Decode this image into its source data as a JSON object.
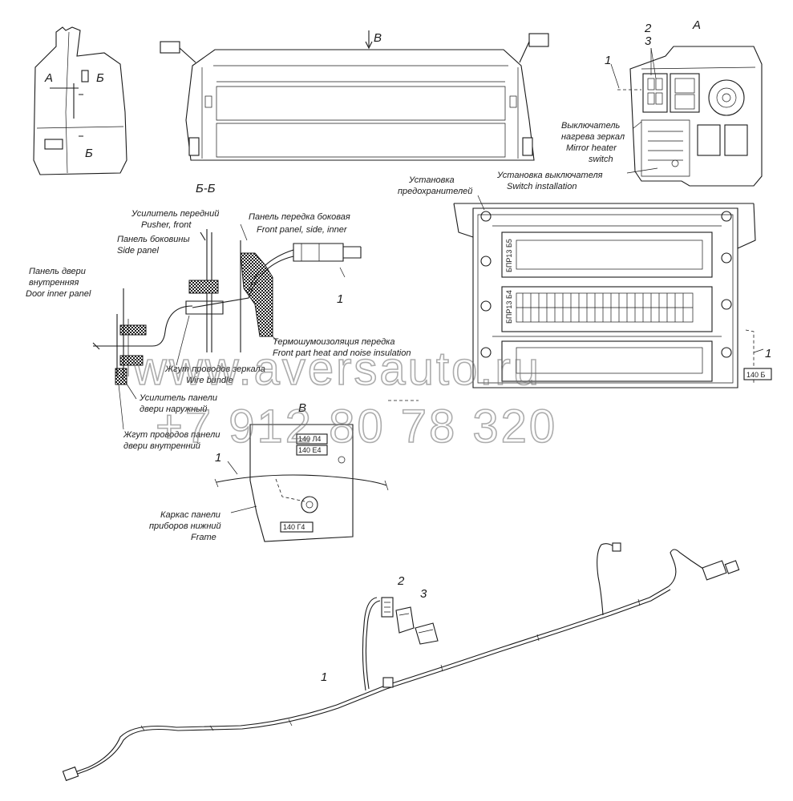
{
  "views": {
    "cab_side": {
      "view_a": "A",
      "section_b1": "Б",
      "section_b2": "Б"
    },
    "cab_front": {
      "view_v": "В"
    },
    "section_title": "Б-Б",
    "detail_a_title": "A",
    "detail_v_title": "В"
  },
  "detail_a": {
    "callout_1": "1",
    "callout_2": "2",
    "callout_3": "3",
    "mirror_switch_ru_1": "Выключатель",
    "mirror_switch_ru_2": "нагрева зеркал",
    "mirror_switch_en_1": "Mirror heater",
    "mirror_switch_en_2": "switch",
    "switch_install_ru": "Установка выключателя",
    "switch_install_en": "Switch installation"
  },
  "fuse_block": {
    "title_ru_1": "Установка",
    "title_ru_2": "предохранителей",
    "label_top": "БПР13 Б5",
    "label_mid": "БПР13 Б4",
    "callout_1": "1",
    "connector_tag": "140 Б"
  },
  "section_bb": {
    "pusher_ru": "Усилитель передний",
    "pusher_en": "Pusher, front",
    "side_panel_ru": "Панель боковины",
    "side_panel_en": "Side panel",
    "door_inner_ru_1": "Панель двери",
    "door_inner_ru_2": "внутренняя",
    "door_inner_en": "Door inner panel",
    "front_panel_ru": "Панель передка боковая",
    "front_panel_en": "Front panel, side, inner",
    "callout_1": "1",
    "insulation_ru": "Термошумоизоляция передка",
    "insulation_en": "Front part heat and noise insulation",
    "mirror_harness_ru": "Жгут проводов зеркала",
    "mirror_harness_en": "Wire bundle",
    "door_outer_ru_1": "Усилитель панели",
    "door_outer_ru_2": "двери наружный",
    "door_harness_ru_1": "Жгут проводов панели",
    "door_harness_ru_2": "двери внутренний"
  },
  "detail_v": {
    "tag_1": "140 Л4",
    "tag_2": "140 Е4",
    "tag_3": "140 Г4",
    "callout_1": "1",
    "frame_ru_1": "Каркас панели",
    "frame_ru_2": "приборов нижний",
    "frame_en": "Frame"
  },
  "harness": {
    "callout_1": "1",
    "callout_2": "2",
    "callout_3": "3"
  },
  "watermark": {
    "site": "www.aversauto.ru",
    "phone": "+7 912 80 78 320"
  }
}
